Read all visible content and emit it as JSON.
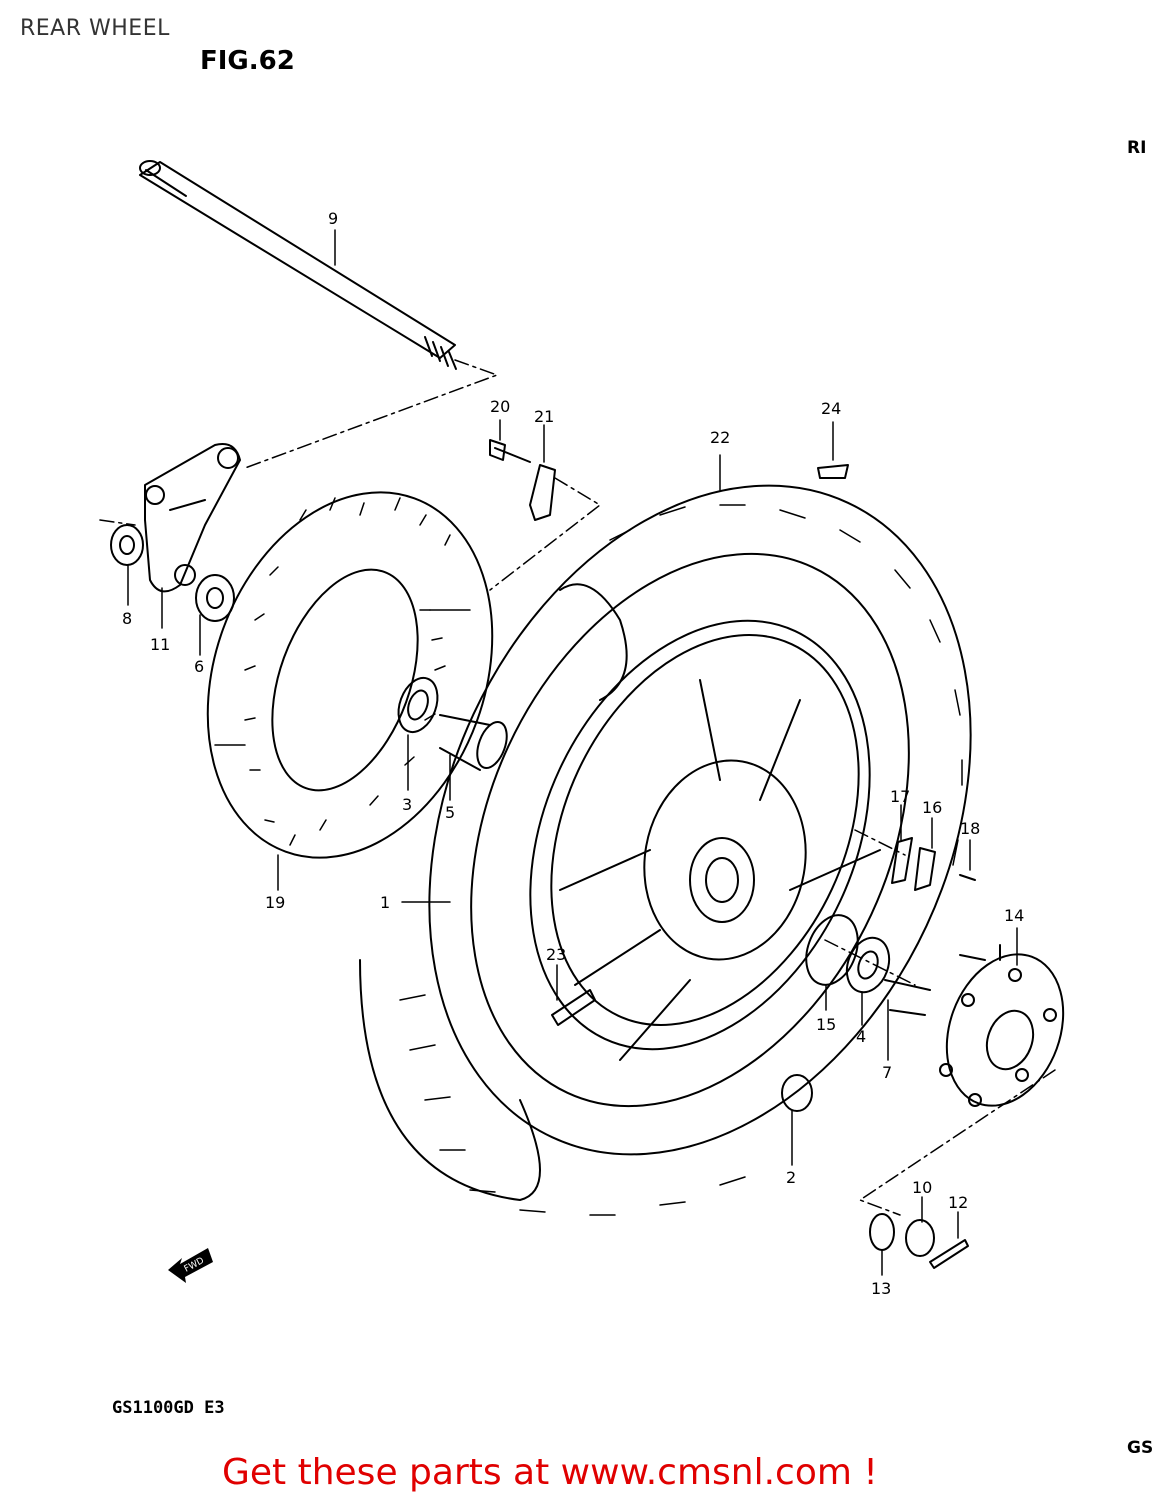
{
  "header": {
    "title": "REAR WHEEL",
    "figure": "FIG.62"
  },
  "footer": {
    "model_code": "GS1100GD E3",
    "promo_text": "Get these parts at www.cmsnl.com !"
  },
  "diagram": {
    "callouts": [
      "1",
      "2",
      "3",
      "4",
      "5",
      "6",
      "7",
      "8",
      "9",
      "10",
      "11",
      "12",
      "13",
      "14",
      "15",
      "16",
      "17",
      "18",
      "19",
      "20",
      "21",
      "22",
      "23",
      "24"
    ],
    "direction_marker": "FWD"
  },
  "right_edge_fragments": {
    "top": "RI",
    "bottom": "GS"
  }
}
